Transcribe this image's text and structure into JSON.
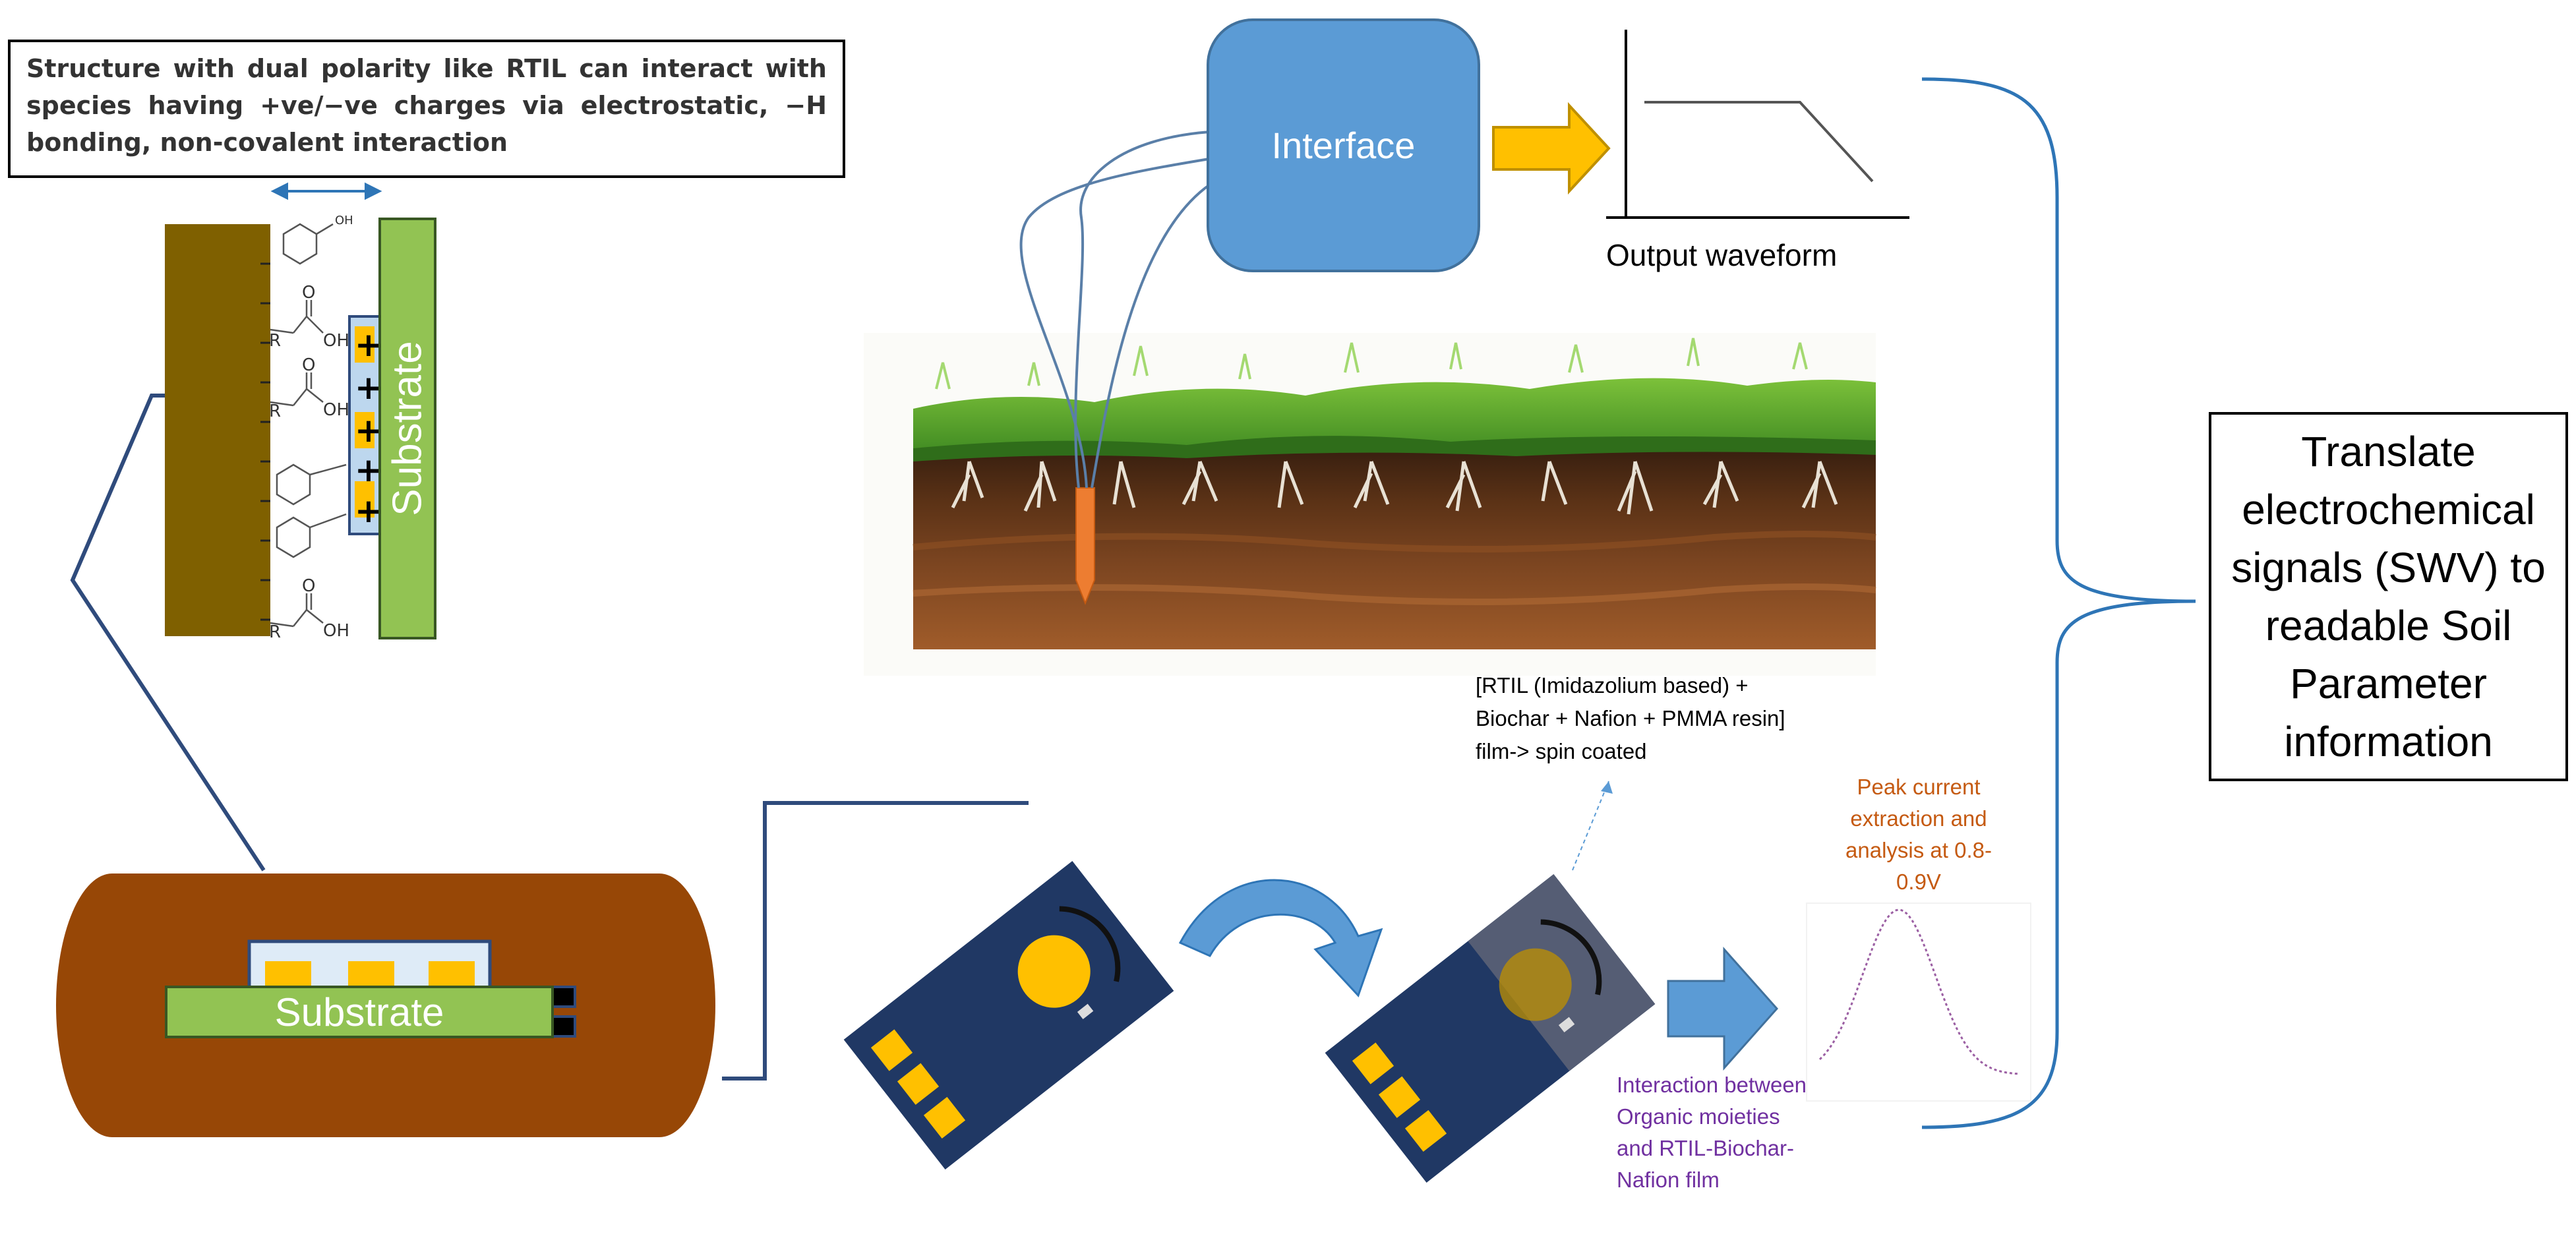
{
  "polarity_note": "Structure with dual polarity like RTIL can interact with species having +ve/−ve charges via electrostatic, −H bonding, non-covalent interaction",
  "substrate_label": "Substrate",
  "interface_label": "Interface",
  "output_waveform_label": "Output waveform",
  "film_label": "[RTIL (Imidazolium based) + Biochar + Nafion + PMMA resin] film-> spin coated",
  "peak_label": "Peak current extraction and analysis at 0.8-0.9V",
  "interaction_label": "Interaction between Organic moieties and RTIL-Biochar-Nafion film",
  "translate_label": "Translate electrochemical signals (SWV) to readable Soil Parameter information",
  "chem_labels": {
    "oh": "OH",
    "r": "R",
    "o": "O",
    "plus": "+"
  },
  "colors": {
    "interface_fill": "#5b9bd5",
    "substrate_fill": "#92c353",
    "soil_body": "#974706",
    "sensor_board": "#203864",
    "electrode": "#ffc000",
    "arrow_yellow": "#ffc000",
    "arrow_blue": "#5b9bd5",
    "peak_text": "#c55a11",
    "interaction_text": "#7030a0",
    "grass": "#4c9a2a"
  },
  "icons": [
    "double-arrow-icon",
    "curved-arrow-icon",
    "block-arrow-icon",
    "curly-brace-icon",
    "plant-roots-icon",
    "probe-icon"
  ]
}
